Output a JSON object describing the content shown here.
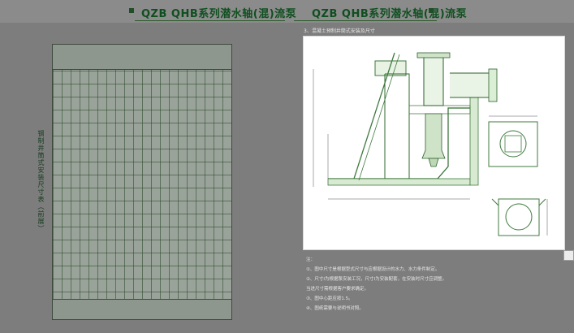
{
  "header": {
    "left_title": "QZB QHB系列潜水轴(混)流泵",
    "right_title": "QZB QHB系列潜水轴(混)流泵"
  },
  "left_page": {
    "caption": "钢制井筒式安装尺寸表（前展）"
  },
  "right_page": {
    "section_title": "3、混凝土预制井筒式安装及尺寸",
    "notes": [
      "注：",
      "①、图中尺寸是根据型式尺寸与应根据设计的水力、水力条件制定。",
      "②、尺寸Ⅰ为根据泵安装工况，尺寸Ⅰ为安装配套，在安装时尺寸应调整。",
      "      当进尺寸需根据客户要求确定。",
      "③、图中心距应按1.5。",
      "④、图纸需要与说明书对照。"
    ]
  }
}
